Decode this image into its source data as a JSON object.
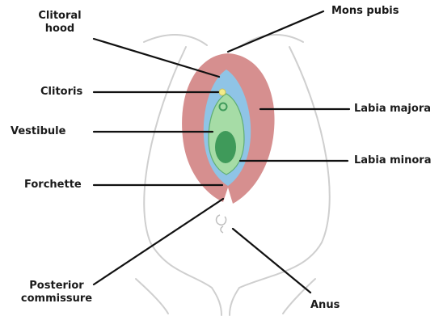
{
  "labels": {
    "clitoral_hood": [
      "Clitoral",
      "hood"
    ],
    "mons_pubis": "Mons pubis",
    "clitoris": "Clitoris",
    "labia_majora": "Labia majora",
    "vestibule": "Vestibule",
    "labia_minora": "Labia minora",
    "forchette": "Forchette",
    "posterior_commissure": [
      "Posterior",
      "commissure"
    ],
    "anus": "Anus"
  },
  "colors": {
    "labia_majora": "#d68f8f",
    "labia_minora": "#8fc4e6",
    "vestibule": "#a6dca6",
    "vestibule_dark": "#3f9a5a",
    "clitoris": "#f2ec8a",
    "outline": "#cfcfcf",
    "leader": "#111111"
  }
}
